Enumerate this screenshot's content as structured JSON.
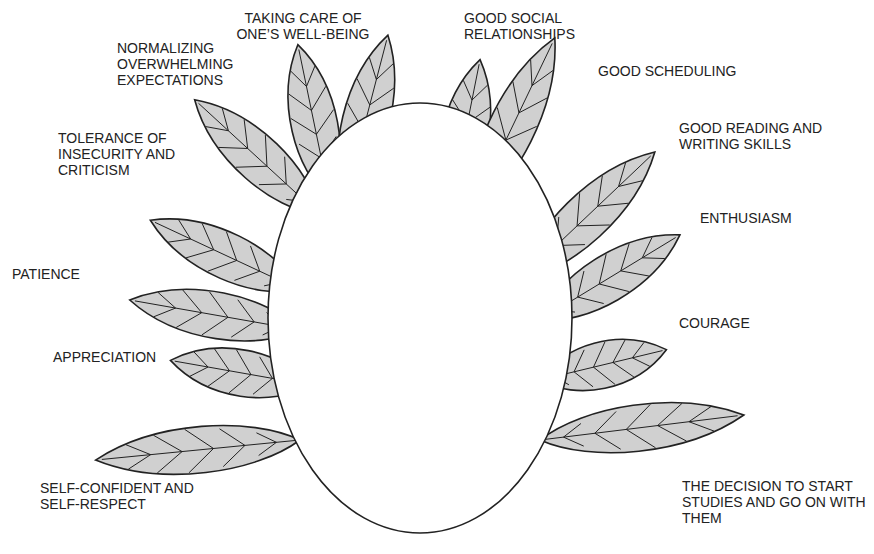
{
  "diagram": {
    "labels": [
      "TAKING CARE OF ONE’S WELL-BEING",
      "GOOD SOCIAL RELATIONSHIPS",
      "NORMALIZING OVERWHELMING EXPECTATIONS",
      "GOOD SCHEDULING",
      "GOOD READING AND WRITING SKILLS",
      "TOLERANCE OF INSECURITY AND CRITICISM",
      "ENTHUSIASM",
      "PATIENCE",
      "COURAGE",
      "APPRECIATION",
      "SELF-CONFIDENT AND SELF-RESPECT",
      "THE DECISION TO START STUDIES AND GO ON WITH THEM"
    ]
  }
}
